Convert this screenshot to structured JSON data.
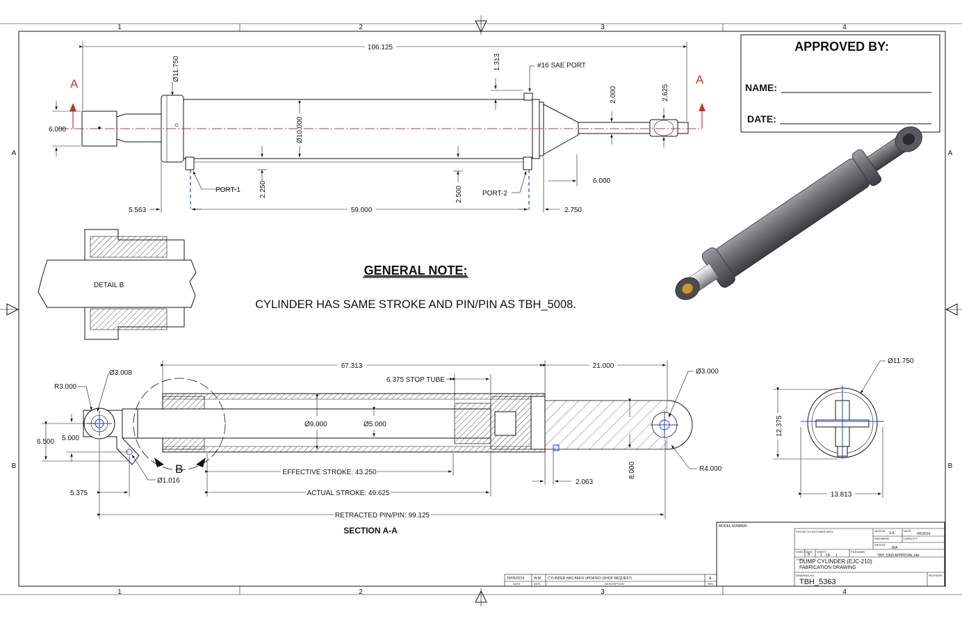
{
  "border": {
    "columns": [
      "1",
      "2",
      "3",
      "4"
    ],
    "rows": [
      "A",
      "B"
    ]
  },
  "approval": {
    "title": "APPROVED BY:",
    "name_label": "NAME:",
    "date_label": "DATE:"
  },
  "top_view": {
    "section_mark": "A",
    "overall_length": "106.125",
    "dia_head": "Ø11.750",
    "dia_barrel": "Ø10.000",
    "port_offset": "1.313",
    "sae_port": "#16 SAE PORT",
    "rod_height": "2.000",
    "eye_height": "2.625",
    "left_height": "6.000",
    "port1": "PORT-1",
    "port2": "PORT-2",
    "port1_height": "2.250",
    "port2_height": "2.500",
    "right_offset": "6.000",
    "left_offset": "5.563",
    "port_spacing": "59.000",
    "gland_length": "2.750"
  },
  "detail": {
    "label": "DETAIL  B"
  },
  "notes": {
    "heading": "GENERAL NOTE:",
    "text": "CYLINDER HAS SAME STROKE AND PIN/PIN AS TBH_5008."
  },
  "section": {
    "title": "SECTION A-A",
    "detail_mark": "B",
    "d_67": "67.313",
    "d_21": "21.000",
    "stop_tube": "6.375 STOP TUBE",
    "dia_3008": "Ø3.008",
    "r3": "R3.000",
    "dia_3000": "Ø3.000",
    "dia_9": "Ø9.000",
    "dia_5": "Ø5.000",
    "d_6500": "6.500",
    "d_5000": "5.000",
    "dia_1016": "Ø1.016",
    "r4": "R4.000",
    "effective": "EFFECTIVE STROKE: 43.250",
    "actual": "ACTUAL STROKE: 49.625",
    "d_2063": "2.063",
    "d_8000": "8.000",
    "d_5375": "5.375",
    "retracted": "RETRACTED PIN/PIN: 99.125"
  },
  "end_view": {
    "dia": "Ø11.750",
    "height": "12.375",
    "width": "13.813"
  },
  "title_block": {
    "model_number": "MODEL NUMBER:",
    "project": "PROJECT/CUSTOMER INFO:",
    "design_label": "DESIGN:",
    "design": "S.K.",
    "date_label": "DATE:",
    "date": "4/5/2016",
    "engineer_label": "ENGINEER:",
    "capacity_label": "CAPACITY:",
    "weight_label": "WEIGHT:",
    "weight": "N/A",
    "size_label": "SHEET SIZE:",
    "size": "B",
    "sheet_label": "SHEET:",
    "sheet": "1",
    "of": "OF",
    "sheets": "1",
    "filename_label": "FILENAME:",
    "filename": "TBH_5363 APPROVAL.idw",
    "title_label": "TITLE:",
    "title1": "DUMP CYLINDER (EJC-210)",
    "title2": "FABRICATION DRAWING",
    "drawing_label": "DRAWING NO:",
    "drawing_no": "TBH_5363",
    "revision_label": "REVISION:",
    "rev_date": "20/05/2014",
    "rev_init": "W.M",
    "rev_desc": "CYLINDER HAS BEEN UPDATED (SHOP REQUEST)",
    "rev_letter": "A",
    "col_date": "DATE",
    "col_init": "INITL",
    "col_desc": "DESCRIPTION",
    "col_rev": "REV"
  }
}
